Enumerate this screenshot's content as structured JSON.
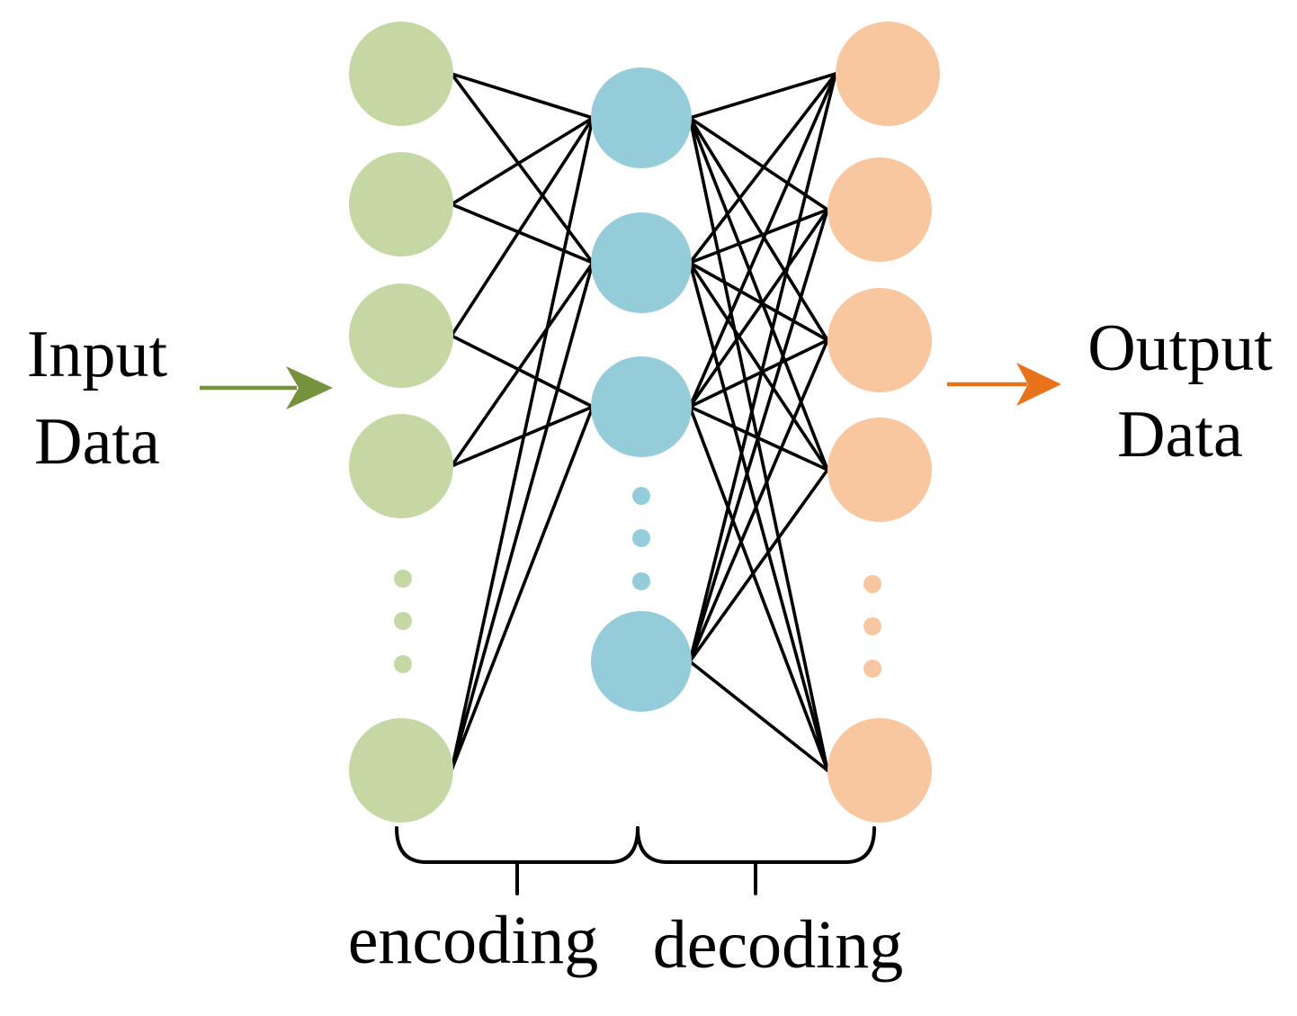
{
  "input": {
    "label_line1": "Input",
    "label_line2": "Data"
  },
  "output": {
    "label_line1": "Output",
    "label_line2": "Data"
  },
  "phases": {
    "encoding": "encoding",
    "decoding": "decoding"
  },
  "colors": {
    "input_node": "#c5d8a4",
    "hidden_node": "#94ccd9",
    "output_node": "#f8c69f",
    "input_arrow": "#76923c",
    "output_arrow": "#e8731a",
    "edge": "#000000"
  },
  "layers": {
    "input_node_count": 5,
    "hidden_node_count": 4,
    "output_node_count": 5
  }
}
